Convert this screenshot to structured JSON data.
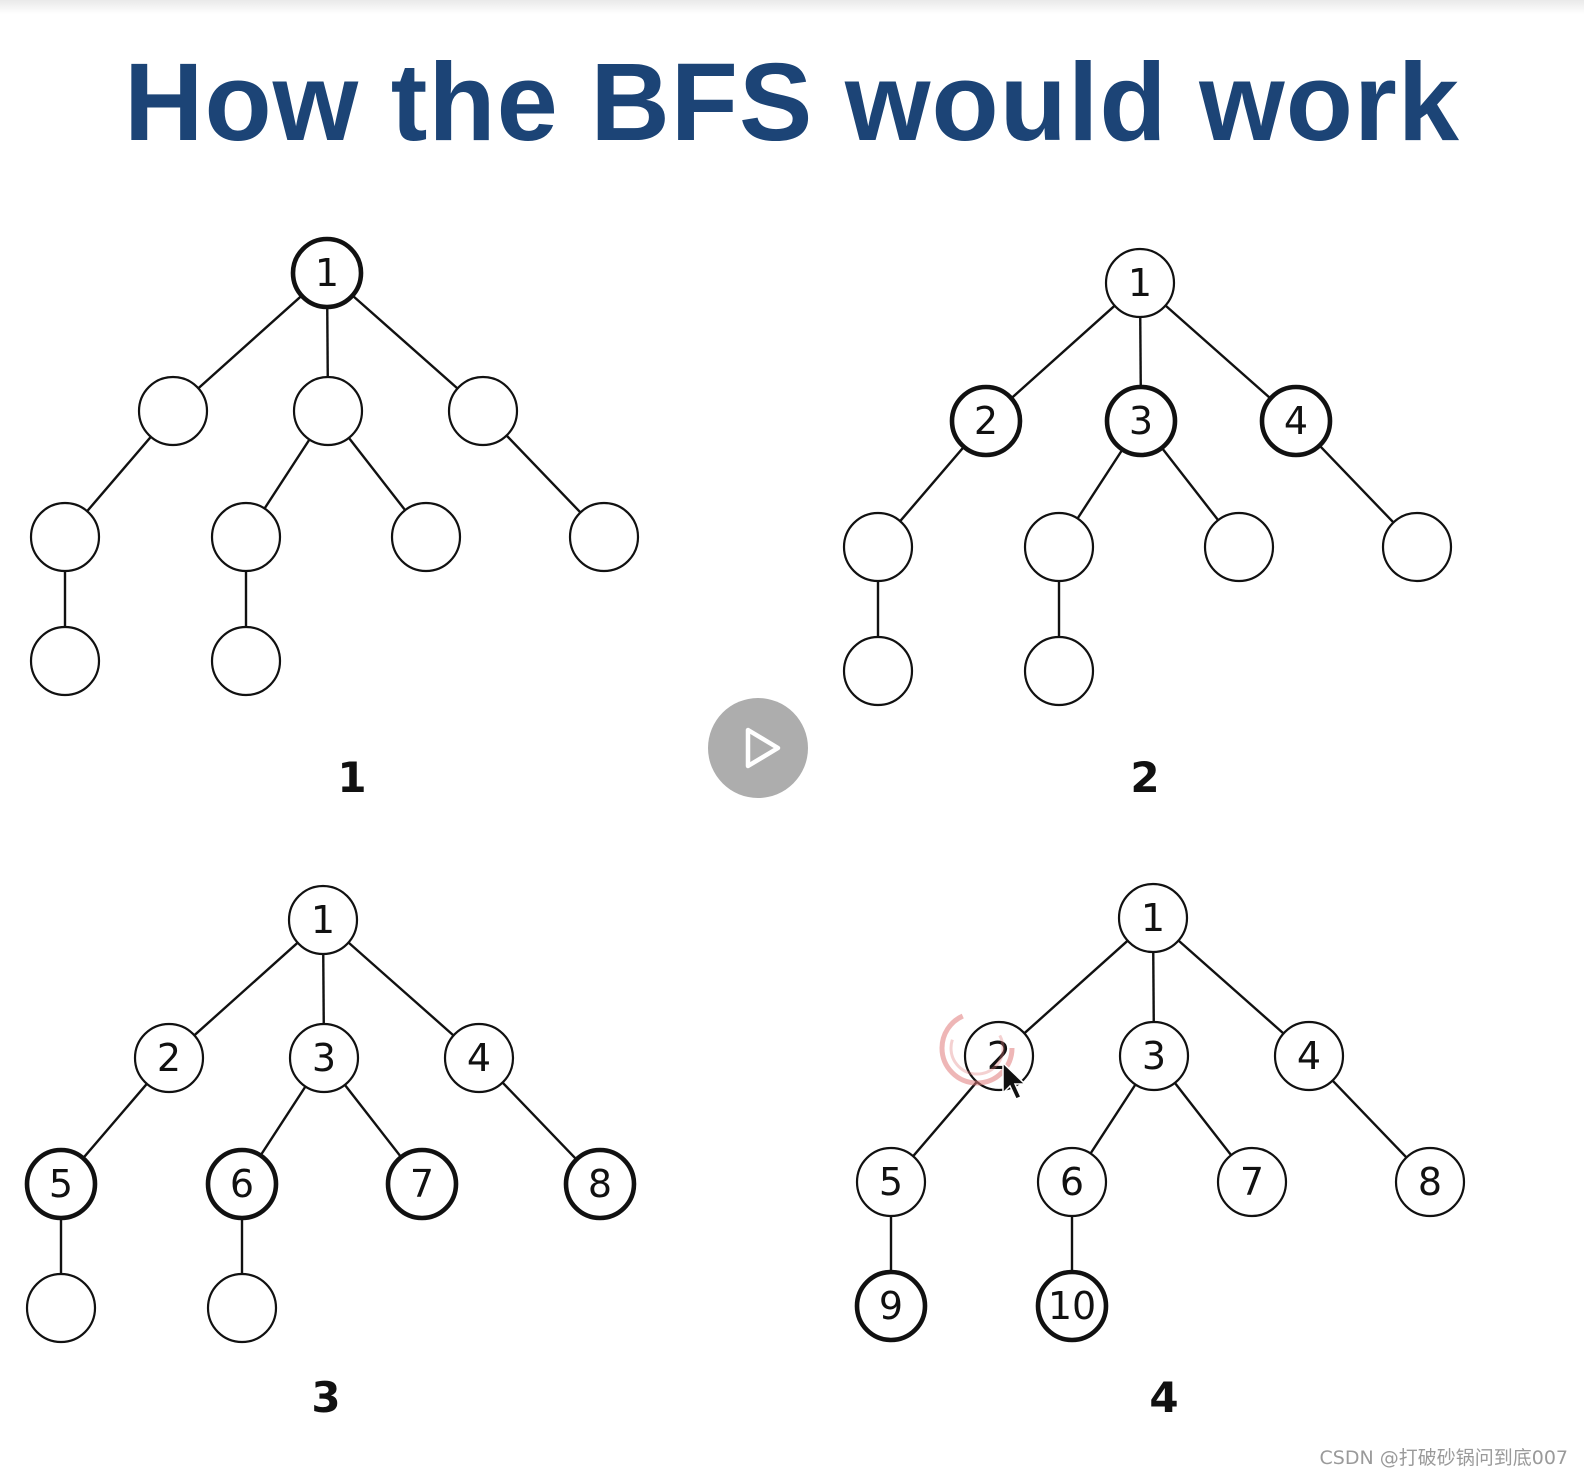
{
  "title": "How the BFS would work",
  "watermark": "CSDN @打破砂锅问到底007",
  "play_icon": "play-icon",
  "colors": {
    "title": "#1c4476",
    "ink": "#111111",
    "play_button": "#969696",
    "watermark": "#9a9a9a",
    "cursor_ring": "#e07a7a"
  },
  "panels": [
    {
      "label": "1",
      "nodes": [
        {
          "label": "1",
          "bold": true
        },
        {
          "label": "",
          "bold": false
        },
        {
          "label": "",
          "bold": false
        },
        {
          "label": "",
          "bold": false
        },
        {
          "label": "",
          "bold": false
        },
        {
          "label": "",
          "bold": false
        },
        {
          "label": "",
          "bold": false
        },
        {
          "label": "",
          "bold": false
        },
        {
          "label": "",
          "bold": false
        },
        {
          "label": "",
          "bold": false
        }
      ]
    },
    {
      "label": "2",
      "nodes": [
        {
          "label": "1",
          "bold": false
        },
        {
          "label": "2",
          "bold": true
        },
        {
          "label": "3",
          "bold": true
        },
        {
          "label": "4",
          "bold": true
        },
        {
          "label": "",
          "bold": false
        },
        {
          "label": "",
          "bold": false
        },
        {
          "label": "",
          "bold": false
        },
        {
          "label": "",
          "bold": false
        },
        {
          "label": "",
          "bold": false
        },
        {
          "label": "",
          "bold": false
        }
      ]
    },
    {
      "label": "3",
      "nodes": [
        {
          "label": "1",
          "bold": false
        },
        {
          "label": "2",
          "bold": false
        },
        {
          "label": "3",
          "bold": false
        },
        {
          "label": "4",
          "bold": false
        },
        {
          "label": "5",
          "bold": true
        },
        {
          "label": "6",
          "bold": true
        },
        {
          "label": "7",
          "bold": true
        },
        {
          "label": "8",
          "bold": true
        },
        {
          "label": "",
          "bold": false
        },
        {
          "label": "",
          "bold": false
        }
      ]
    },
    {
      "label": "4",
      "nodes": [
        {
          "label": "1",
          "bold": false
        },
        {
          "label": "2",
          "bold": false
        },
        {
          "label": "3",
          "bold": false
        },
        {
          "label": "4",
          "bold": false
        },
        {
          "label": "5",
          "bold": false
        },
        {
          "label": "6",
          "bold": false
        },
        {
          "label": "7",
          "bold": false
        },
        {
          "label": "8",
          "bold": false
        },
        {
          "label": "9",
          "bold": true
        },
        {
          "label": "10",
          "bold": true
        }
      ]
    }
  ]
}
